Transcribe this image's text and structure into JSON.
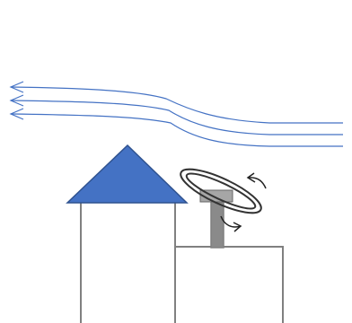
{
  "diagram": {
    "colors": {
      "wind": "#4472C4",
      "roof": "#4472C4",
      "roof_edge": "#2F528F",
      "wall": "#808080",
      "vent_dark": "#333333",
      "arrow": "#222222",
      "background": "#FFFFFF"
    },
    "wind": {
      "stream_count": 3,
      "direction": "right-to-left"
    },
    "tower": {
      "roof_shape": "triangle"
    },
    "annex": {
      "rooftop_fixture": "rotating-vent"
    },
    "vent": {
      "rotation_arrows": 2
    }
  }
}
